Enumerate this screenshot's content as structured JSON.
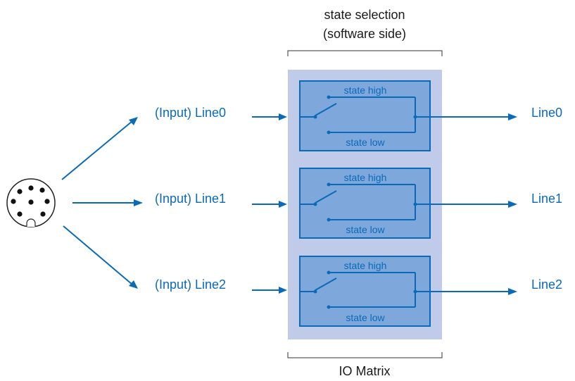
{
  "header": {
    "title_line1": "state selection",
    "title_line2": "(software side)"
  },
  "footer": {
    "label": "IO Matrix"
  },
  "rows": [
    {
      "input_label": "(Input) Line0",
      "output_label": "Line0",
      "state_high": "state high",
      "state_low": "state low"
    },
    {
      "input_label": "(Input) Line1",
      "output_label": "Line1",
      "state_high": "state high",
      "state_low": "state low"
    },
    {
      "input_label": "(Input) Line2",
      "output_label": "Line2",
      "state_high": "state high",
      "state_low": "state low"
    }
  ],
  "connector": {
    "icon": "circular-connector-icon",
    "pins": 8
  },
  "colors": {
    "accent": "#0a6ab8",
    "matrix_bg": "#bfcbe8",
    "switch_box_bg": "#7ea7dc",
    "text": "#1a1a1a"
  }
}
